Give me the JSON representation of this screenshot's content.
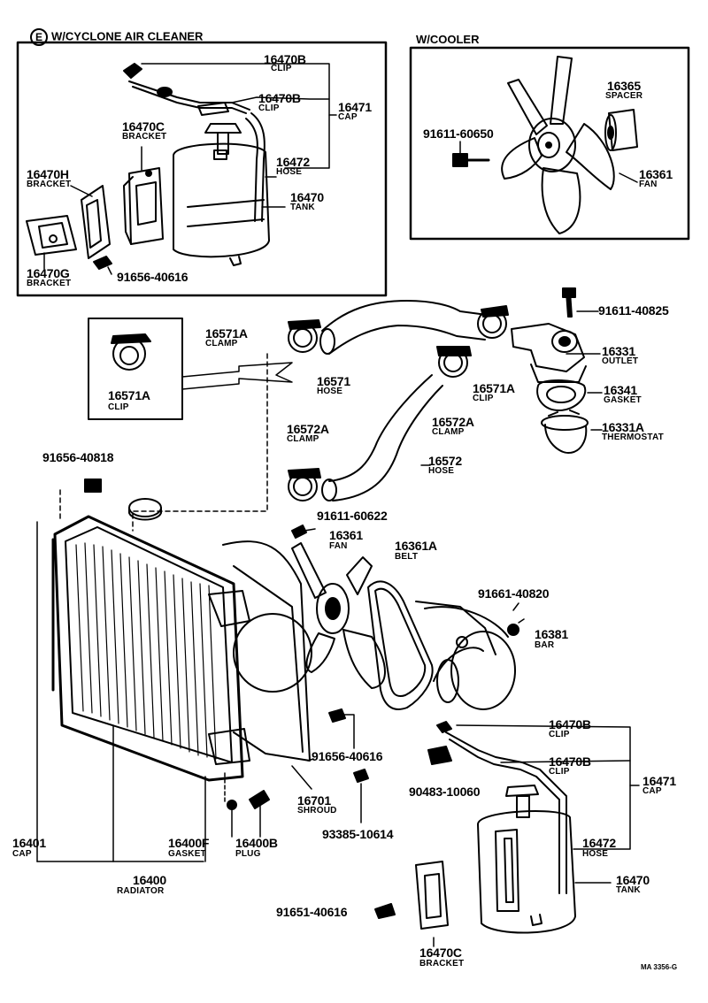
{
  "inset_cyclone": {
    "title": "W/CYCLONE AIR CLEANER",
    "badge": "E",
    "parts": [
      {
        "id": "c1",
        "pn": "16470B",
        "nm": "CLIP"
      },
      {
        "id": "c2",
        "pn": "16470B",
        "nm": "CLIP"
      },
      {
        "id": "c3",
        "pn": "16471",
        "nm": "CAP"
      },
      {
        "id": "c4",
        "pn": "16470C",
        "nm": "BRACKET"
      },
      {
        "id": "c5",
        "pn": "16472",
        "nm": "HOSE"
      },
      {
        "id": "c6",
        "pn": "16470H",
        "nm": "BRACKET"
      },
      {
        "id": "c7",
        "pn": "16470",
        "nm": "TANK"
      },
      {
        "id": "c8",
        "pn": "16470G",
        "nm": "BRACKET"
      },
      {
        "id": "c9",
        "pn": "91656-40616",
        "nm": ""
      }
    ]
  },
  "inset_cooler": {
    "title": "W/COOLER",
    "parts": [
      {
        "id": "k1",
        "pn": "16365",
        "nm": "SPACER"
      },
      {
        "id": "k2",
        "pn": "91611-60650",
        "nm": ""
      },
      {
        "id": "k3",
        "pn": "16361",
        "nm": "FAN"
      }
    ]
  },
  "clip_inset": {
    "pn": "16571A",
    "nm": "CLIP"
  },
  "main_parts": [
    {
      "id": "m1",
      "pn": "91611-40825",
      "nm": ""
    },
    {
      "id": "m2",
      "pn": "16571A",
      "nm": "CLAMP"
    },
    {
      "id": "m3",
      "pn": "16331",
      "nm": "OUTLET"
    },
    {
      "id": "m4",
      "pn": "16571",
      "nm": "HOSE"
    },
    {
      "id": "m5",
      "pn": "16571A",
      "nm": "CLIP"
    },
    {
      "id": "m6",
      "pn": "16341",
      "nm": "GASKET"
    },
    {
      "id": "m7",
      "pn": "16572A",
      "nm": "CLAMP"
    },
    {
      "id": "m8",
      "pn": "16572A",
      "nm": "CLAMP"
    },
    {
      "id": "m9",
      "pn": "16331A",
      "nm": "THERMOSTAT"
    },
    {
      "id": "m10",
      "pn": "91656-40818",
      "nm": ""
    },
    {
      "id": "m11",
      "pn": "16572",
      "nm": "HOSE"
    },
    {
      "id": "m12",
      "pn": "91611-60622",
      "nm": ""
    },
    {
      "id": "m13",
      "pn": "16361",
      "nm": "FAN"
    },
    {
      "id": "m14",
      "pn": "16361A",
      "nm": "BELT"
    },
    {
      "id": "m15",
      "pn": "91661-40820",
      "nm": ""
    },
    {
      "id": "m16",
      "pn": "16381",
      "nm": "BAR"
    },
    {
      "id": "m17",
      "pn": "16470B",
      "nm": "CLIP"
    },
    {
      "id": "m18",
      "pn": "91656-40616",
      "nm": ""
    },
    {
      "id": "m19",
      "pn": "16470B",
      "nm": "CLIP"
    },
    {
      "id": "m20",
      "pn": "16471",
      "nm": "CAP"
    },
    {
      "id": "m21",
      "pn": "16701",
      "nm": "SHROUD"
    },
    {
      "id": "m22",
      "pn": "90483-10060",
      "nm": ""
    },
    {
      "id": "m23",
      "pn": "93385-10614",
      "nm": ""
    },
    {
      "id": "m24",
      "pn": "16401",
      "nm": "CAP"
    },
    {
      "id": "m25",
      "pn": "16400F",
      "nm": "GASKET"
    },
    {
      "id": "m26",
      "pn": "16400B",
      "nm": "PLUG"
    },
    {
      "id": "m27",
      "pn": "16472",
      "nm": "HOSE"
    },
    {
      "id": "m28",
      "pn": "16470",
      "nm": "TANK"
    },
    {
      "id": "m29",
      "pn": "16400",
      "nm": "RADIATOR"
    },
    {
      "id": "m30",
      "pn": "91651-40616",
      "nm": ""
    },
    {
      "id": "m31",
      "pn": "16470C",
      "nm": "BRACKET"
    }
  ],
  "figure_ref": "MA 3356-G"
}
